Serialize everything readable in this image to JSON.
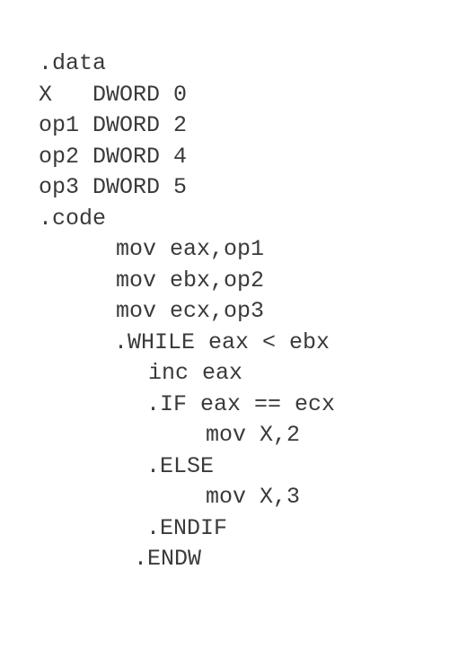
{
  "code": {
    "lines": [
      ".data",
      "X   DWORD 0",
      "op1 DWORD 2",
      "op2 DWORD 4",
      "op3 DWORD 5",
      ".code",
      "mov eax,op1",
      "mov ebx,op2",
      "mov ecx,op3",
      ".WHILE eax < ebx",
      "inc eax",
      ".IF eax == ecx",
      "mov X,2",
      ".ELSE",
      "mov X,3",
      ".ENDIF",
      ".ENDW"
    ]
  }
}
